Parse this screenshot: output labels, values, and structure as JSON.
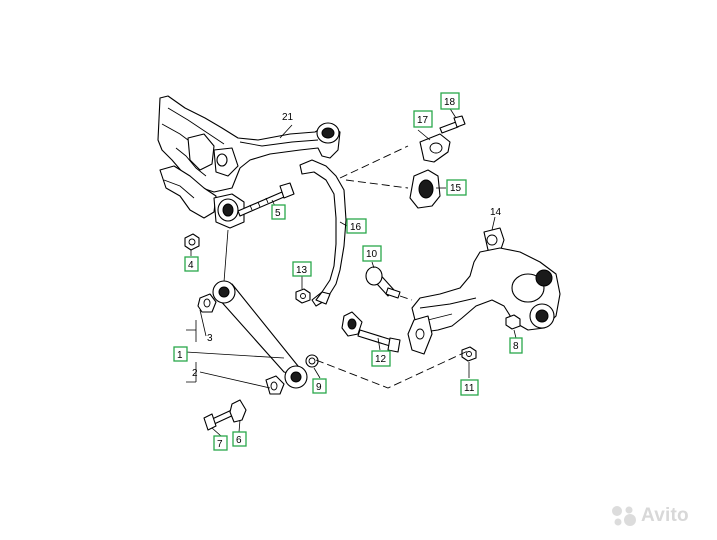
{
  "diagram": {
    "callouts": [
      {
        "id": "p1",
        "label": "1",
        "boxed": true
      },
      {
        "id": "p2",
        "label": "2",
        "boxed": false
      },
      {
        "id": "p3",
        "label": "3",
        "boxed": false
      },
      {
        "id": "p4",
        "label": "4",
        "boxed": true
      },
      {
        "id": "p5",
        "label": "5",
        "boxed": true
      },
      {
        "id": "p6",
        "label": "6",
        "boxed": true
      },
      {
        "id": "p7",
        "label": "7",
        "boxed": true
      },
      {
        "id": "p8",
        "label": "8",
        "boxed": true
      },
      {
        "id": "p9",
        "label": "9",
        "boxed": true
      },
      {
        "id": "p10",
        "label": "10",
        "boxed": true
      },
      {
        "id": "p11",
        "label": "11",
        "boxed": true
      },
      {
        "id": "p12",
        "label": "12",
        "boxed": true
      },
      {
        "id": "p13",
        "label": "13",
        "boxed": true
      },
      {
        "id": "p14",
        "label": "14",
        "boxed": false
      },
      {
        "id": "p15",
        "label": "15",
        "boxed": true
      },
      {
        "id": "p16",
        "label": "16",
        "boxed": true
      },
      {
        "id": "p17",
        "label": "17",
        "boxed": true
      },
      {
        "id": "p18",
        "label": "18",
        "boxed": true
      },
      {
        "id": "p21",
        "label": "21",
        "boxed": false
      }
    ],
    "callout_box_color": "#2aa84a"
  },
  "watermark": {
    "text": "Avito",
    "icon": "avito-logo-icon",
    "color": "#d8d8d8"
  }
}
